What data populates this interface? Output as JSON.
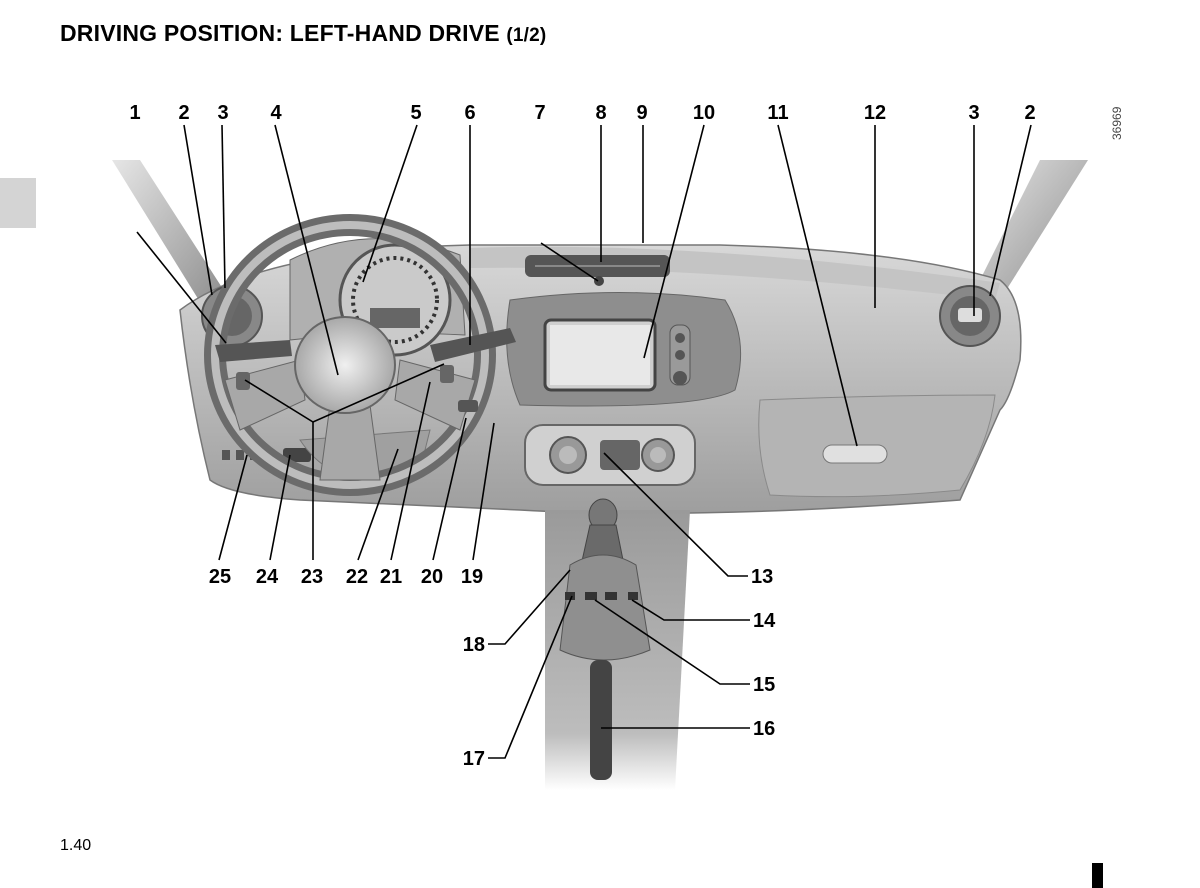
{
  "header": {
    "title": "DRIVING POSITION: LEFT-HAND DRIVE",
    "subtitle": "(1/2)"
  },
  "image_code": "36969",
  "page_number": "1.40",
  "callouts": {
    "c1": "1",
    "c2": "2",
    "c3": "3",
    "c4": "4",
    "c5": "5",
    "c6": "6",
    "c7": "7",
    "c8": "8",
    "c9": "9",
    "c10": "10",
    "c11": "11",
    "c12": "12",
    "c3b": "3",
    "c2b": "2",
    "c13": "13",
    "c14": "14",
    "c15": "15",
    "c16": "16",
    "c17": "17",
    "c18": "18",
    "c19": "19",
    "c20": "20",
    "c21": "21",
    "c22": "22",
    "c23": "23",
    "c24": "24",
    "c25": "25"
  }
}
